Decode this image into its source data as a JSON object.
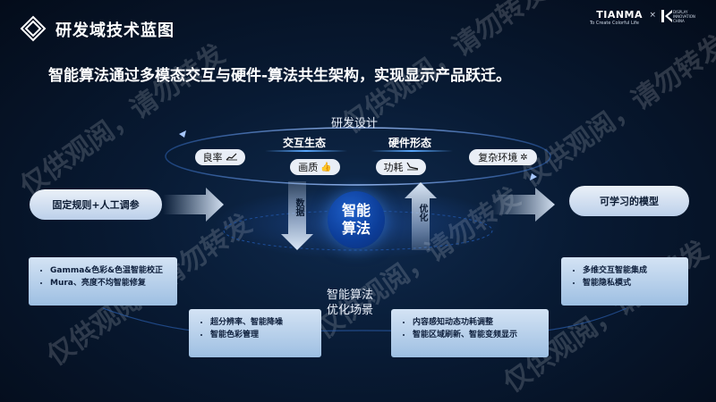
{
  "header": {
    "title": "研发域技术蓝图",
    "brand_name": "TIANMA",
    "brand_tagline": "To Create Colorful Life",
    "brand_separator": "×",
    "partner_lines": [
      "DISPLAY",
      "INNOVATION",
      "CHINA"
    ]
  },
  "headline": "智能算法通过多模态交互与硬件-算法共生架构，实现显示产品跃迁。",
  "cycle": {
    "label": "研发设计",
    "tab_left": "交互生态",
    "tab_right": "硬件形态",
    "pills": {
      "yield": "良率",
      "quality": "画质",
      "power": "功耗",
      "env": "复杂环境"
    }
  },
  "flow": {
    "down_label": "数据",
    "up_label": "优化",
    "core_line1": "智能",
    "core_line2": "算法",
    "left_oval": "固定规则+人工调参",
    "right_oval": "可学习的模型"
  },
  "scenes": {
    "label_line1": "智能算法",
    "label_line2": "优化场景",
    "box1": [
      "Gamma&色彩&色温智能校正",
      "Mura、亮度不均智能修复"
    ],
    "box2": [
      "超分辨率、智能降噪",
      "智能色彩管理"
    ],
    "box3": [
      "内容感知动态功耗调整",
      "智能区域刷新、智能变频显示"
    ],
    "box4": [
      "多维交互智能集成",
      "智能隐私模式"
    ]
  },
  "watermark": "仅供观阅，请勿转发",
  "colors": {
    "accent": "#59a8ff",
    "background": "#081a33",
    "core": "#0c3d98"
  }
}
